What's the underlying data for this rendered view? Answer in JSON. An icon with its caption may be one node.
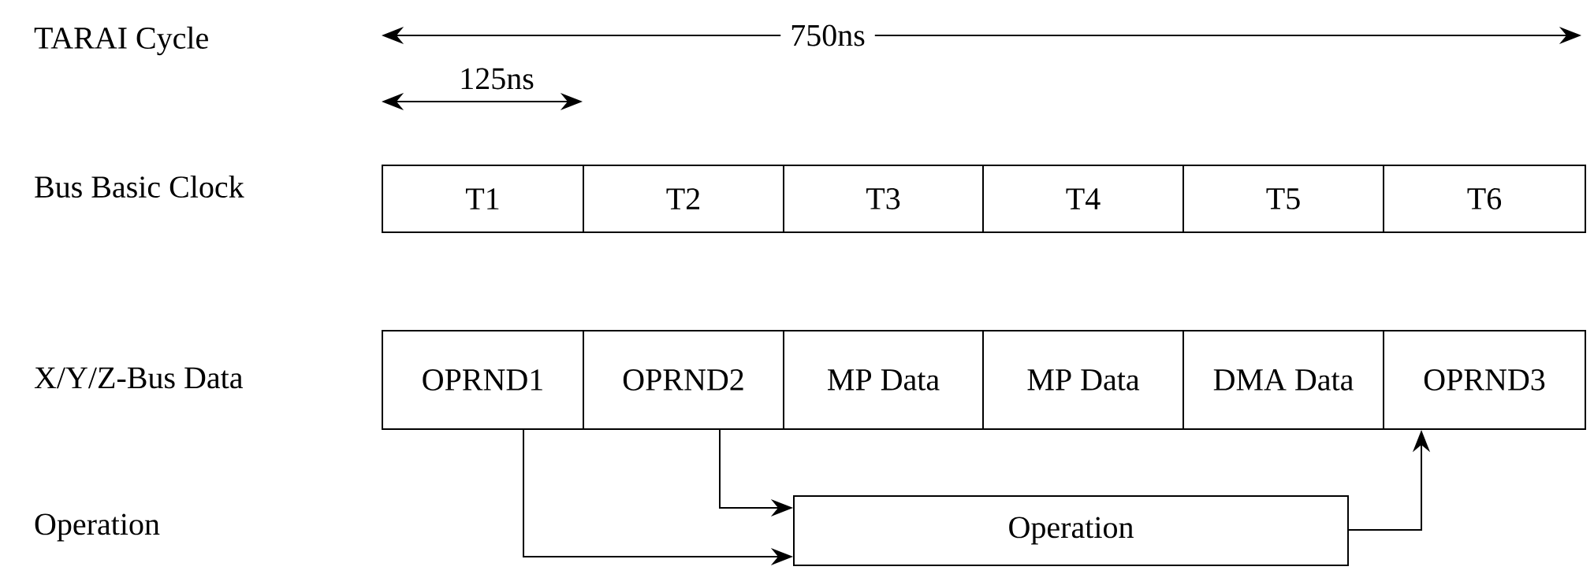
{
  "diagram": {
    "nodes": [
      {
        "text": [
          "T1"
        ]
      },
      {
        "text": [
          "T2"
        ]
      },
      {
        "text": [
          "T3"
        ]
      },
      {
        "text": [
          "T4"
        ]
      },
      {
        "text": [
          "T5"
        ]
      },
      {
        "text": [
          "T6"
        ]
      },
      {
        "text": [
          "OPRND1"
        ]
      },
      {
        "text": [
          "OPRND2"
        ]
      },
      {
        "text": [
          "MP Data"
        ]
      },
      {
        "text": [
          "MP Data"
        ]
      },
      {
        "text": [
          "DMA Data"
        ]
      },
      {
        "text": [
          "OPRND3"
        ]
      },
      {
        "text": [
          "Operation"
        ]
      }
    ],
    "edges": [
      {
        "from": 6,
        "to": 12,
        "arrow": "to"
      },
      {
        "from": 7,
        "to": 12,
        "arrow": "to"
      },
      {
        "from": 12,
        "to": 11,
        "arrow": "to"
      }
    ],
    "labels": [
      "TARAI Cycle",
      "750ns",
      "125ns",
      "Bus Basic Clock",
      "X/Y/Z-Bus Data",
      "Operation"
    ]
  }
}
